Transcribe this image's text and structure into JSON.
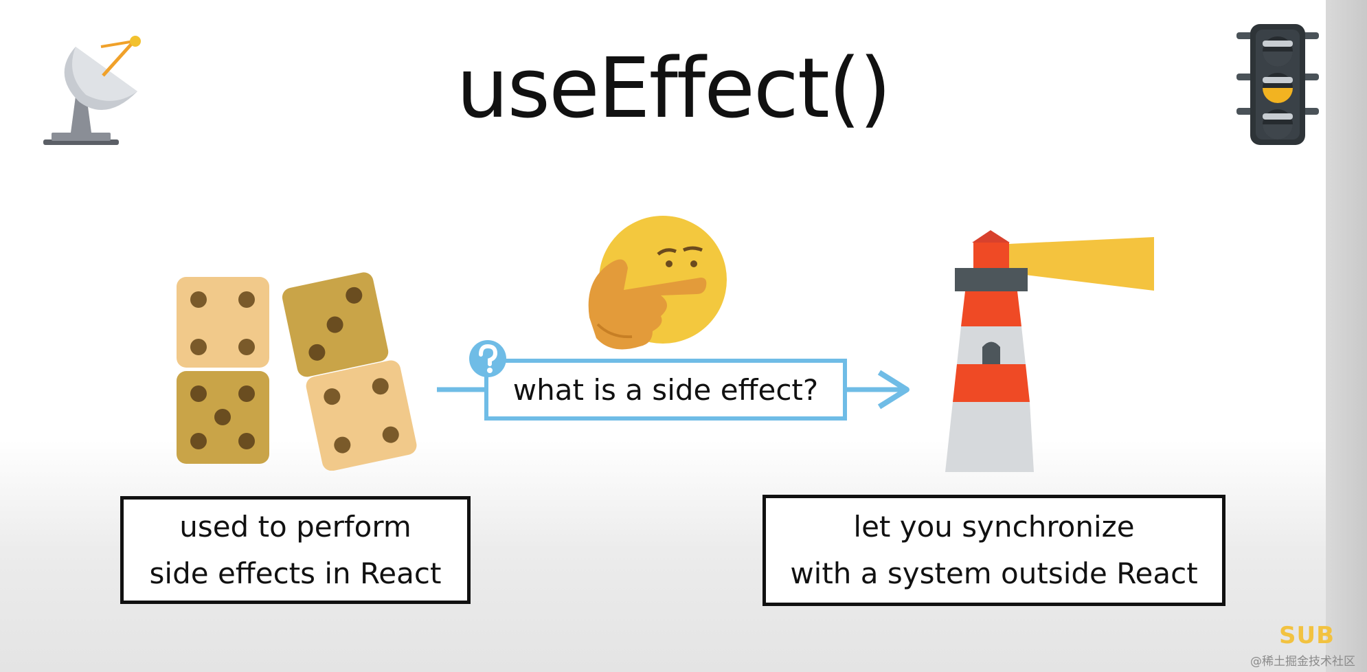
{
  "slide": {
    "title": "useEffect()",
    "question": "what is a side effect?",
    "left_caption": [
      "used to perform",
      "side effects in React"
    ],
    "right_caption": [
      "let you synchronize",
      "with a system outside React"
    ],
    "watermark": "@稀土掘金技术社区",
    "corner_logo": "SUB"
  },
  "icons": [
    "satellite-dish-icon",
    "traffic-light-icon",
    "dice-icon",
    "thinking-face-icon",
    "question-mark-icon",
    "arrow-right-icon",
    "lighthouse-icon"
  ],
  "colors": {
    "arrow": "#6fbce6",
    "dice_light": "#f1c98a",
    "dice_dark": "#c9a448",
    "lighthouse_red": "#ef4a25",
    "beam": "#f4c33e",
    "emoji": "#f3c83e"
  }
}
